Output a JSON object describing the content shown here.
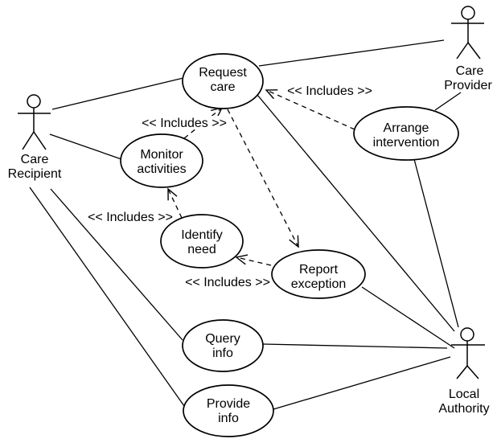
{
  "diagram": {
    "type": "UML use case diagram",
    "background_color": "#ffffff",
    "stroke_color": "#000000"
  },
  "actors": [
    {
      "id": "care-recipient",
      "name": [
        "Care",
        "Recipient"
      ]
    },
    {
      "id": "care-provider",
      "name": [
        "Care",
        "Provider"
      ]
    },
    {
      "id": "local-authority",
      "name": [
        "Local",
        "Authority"
      ]
    }
  ],
  "use_cases": [
    {
      "id": "request-care",
      "name": [
        "Request",
        "care"
      ]
    },
    {
      "id": "monitor-activities",
      "name": [
        "Monitor",
        "activities"
      ]
    },
    {
      "id": "identify-need",
      "name": [
        "Identify",
        "need"
      ]
    },
    {
      "id": "report-exception",
      "name": [
        "Report",
        "exception"
      ]
    },
    {
      "id": "arrange-intervention",
      "name": [
        "Arrange",
        "intervention"
      ]
    },
    {
      "id": "query-info",
      "name": [
        "Query",
        "info"
      ]
    },
    {
      "id": "provide-info",
      "name": [
        "Provide",
        "info"
      ]
    }
  ],
  "associations": [
    {
      "from": "Care Recipient",
      "to": "Request care"
    },
    {
      "from": "Care Recipient",
      "to": "Monitor activities"
    },
    {
      "from": "Care Recipient",
      "to": "Query info"
    },
    {
      "from": "Care Recipient",
      "to": "Provide info"
    },
    {
      "from": "Care Provider",
      "to": "Request care"
    },
    {
      "from": "Care Provider",
      "to": "Arrange intervention"
    },
    {
      "from": "Local Authority",
      "to": "Request care"
    },
    {
      "from": "Local Authority",
      "to": "Arrange intervention"
    },
    {
      "from": "Local Authority",
      "to": "Report exception"
    },
    {
      "from": "Local Authority",
      "to": "Query info"
    },
    {
      "from": "Local Authority",
      "to": "Provide info"
    }
  ],
  "includes": [
    {
      "from": "Arrange intervention",
      "to": "Request care",
      "label": "<< Includes >>"
    },
    {
      "from": "Monitor activities",
      "to": "Request care",
      "label": "<< Includes >>"
    },
    {
      "from": "Request care",
      "to": "Report exception",
      "label": ""
    },
    {
      "from": "Identify need",
      "to": "Monitor activities",
      "label": "<< Includes >>"
    },
    {
      "from": "Report exception",
      "to": "Identify need",
      "label": "<< Includes >>"
    }
  ]
}
